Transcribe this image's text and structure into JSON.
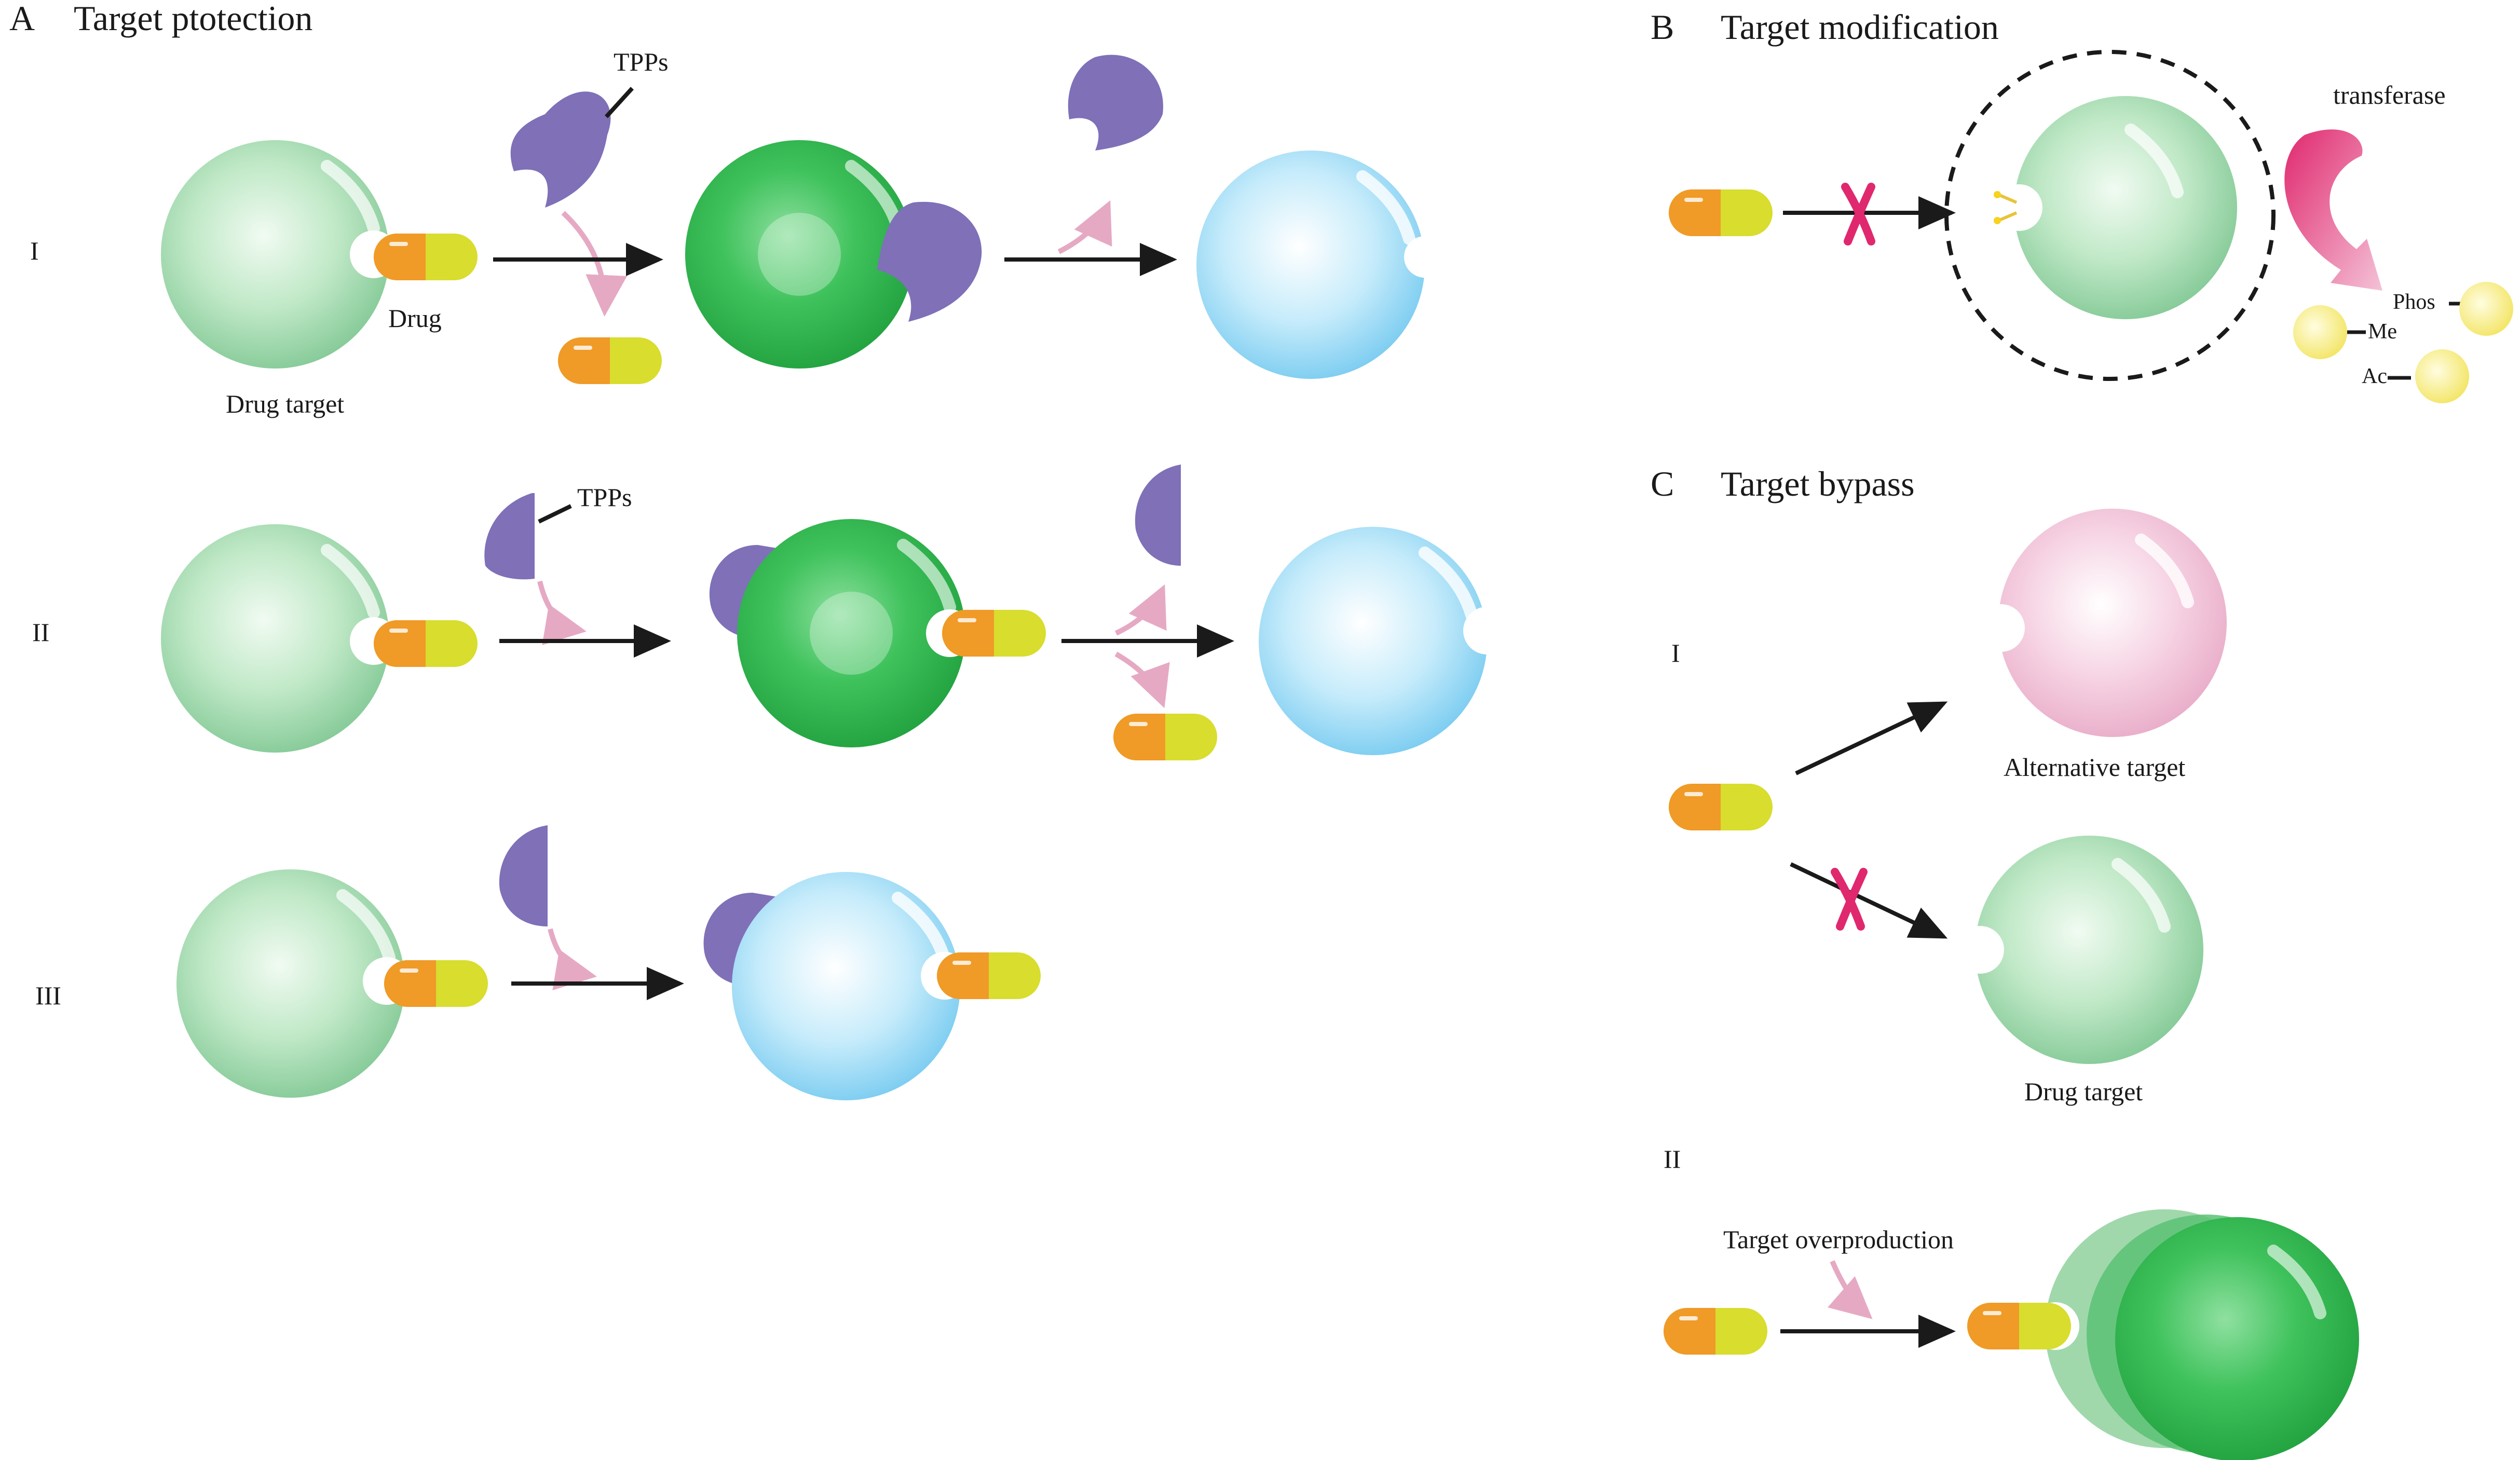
{
  "panels": {
    "a": {
      "letter": "A",
      "title": "Target ptotection",
      "rows": [
        "I",
        "II",
        "III"
      ],
      "label_tpps": "TPPs",
      "label_drug": "Drug",
      "label_drug_target": "Drug target"
    },
    "b": {
      "letter": "B",
      "title": "Target modification",
      "label_transferase": "transferase",
      "label_phos": "Phos",
      "label_me": "Me",
      "label_ac": "Ac"
    },
    "c": {
      "letter": "C",
      "title": "Target bypass",
      "rows": [
        "I",
        "II"
      ],
      "label_alternative_target": "Alternative target",
      "label_drug_target": "Drug target",
      "label_overproduction": "Target overproduction"
    }
  },
  "colors": {
    "green_target": "#8fd19e",
    "green_bound": "#2db84d",
    "blue_resistant": "#8ed8f5",
    "pink_alternative": "#f2b8d2",
    "tpp_purple": "#7f70b8",
    "drug_orange": "#f09a28",
    "drug_yellow": "#d8dd2e",
    "inhibit_mark": "#e0286e",
    "modifier_yellow": "#f4ee7c",
    "arrow_black": "#1a1a1a",
    "arrow_pink": "#e6a9c3"
  },
  "icons": [
    "drug-capsule-icon",
    "tpp-protein-icon",
    "inhibition-cross-icon",
    "modifier-group-icon"
  ]
}
